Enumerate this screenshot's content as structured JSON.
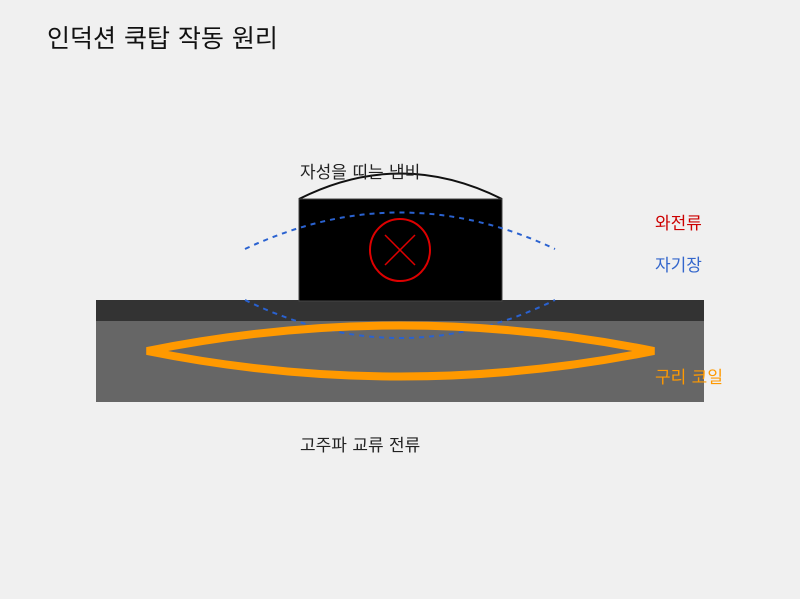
{
  "title": "인덕션 쿡탑 작동 원리",
  "labels": {
    "pot": "자성을 띠는 냄비",
    "eddy_current": "와전류",
    "magnetic_field": "자기장",
    "copper_coil": "구리 코일",
    "hf_ac_current": "고주파 교류 전류"
  },
  "colors": {
    "background": "#f0f0f0",
    "pot": "#000000",
    "cooktop_top": "#333333",
    "cooktop_body": "#666666",
    "coil": "#ff9900",
    "eddy_current": "#cc0000",
    "magnetic_field": "#3366cc"
  }
}
